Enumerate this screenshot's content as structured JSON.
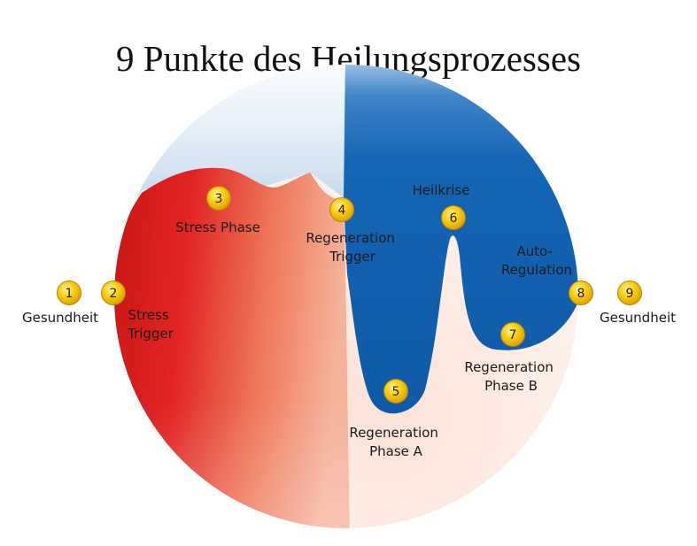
{
  "title": "9 Punkte des Heilungsprozesses",
  "colors": {
    "red": "#d91f1f",
    "blue": "#1565b5",
    "peach": "#f3b7a0",
    "badge": "#f5c400"
  },
  "points": [
    {
      "num": "1",
      "label": [
        "Gesundheit"
      ]
    },
    {
      "num": "2",
      "label": [
        "Stress",
        "Trigger"
      ]
    },
    {
      "num": "3",
      "label": [
        "Stress Phase"
      ]
    },
    {
      "num": "4",
      "label": [
        "Regeneration",
        "Trigger"
      ]
    },
    {
      "num": "5",
      "label": [
        "Regeneration",
        "Phase A"
      ]
    },
    {
      "num": "6",
      "label": [
        "Heilkrise"
      ]
    },
    {
      "num": "7",
      "label": [
        "Regeneration",
        "Phase B"
      ]
    },
    {
      "num": "8",
      "label": [
        "Auto-",
        "Regulation"
      ]
    },
    {
      "num": "9",
      "label": [
        "Gesundheit"
      ]
    }
  ]
}
